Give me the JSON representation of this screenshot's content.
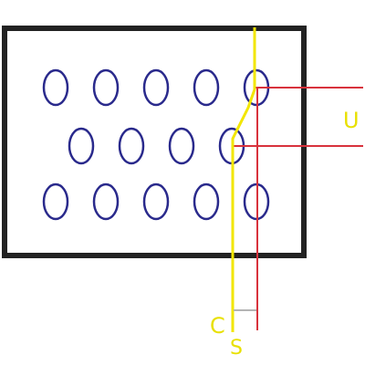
{
  "labels": {
    "u": "U",
    "c": "C",
    "s": "S"
  },
  "colors": {
    "background": "#ffffff",
    "frame": "#222222",
    "hole": "#2a2a8c",
    "yellow_line": "#f2e600",
    "red_line": "#d8323c",
    "gray_tick": "#b4b4b4",
    "label": "#e8e000"
  },
  "holes": {
    "rows": [
      5,
      4,
      5
    ]
  }
}
